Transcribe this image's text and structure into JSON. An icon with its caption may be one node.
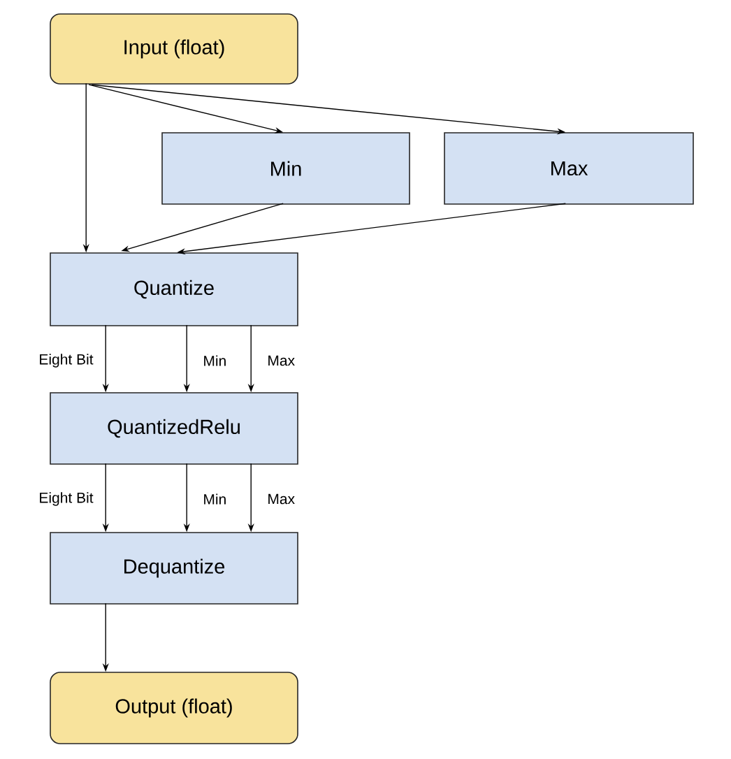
{
  "diagram": {
    "nodes": [
      {
        "text": [
          "Input (float)"
        ]
      },
      {
        "text": [
          "Min"
        ]
      },
      {
        "text": [
          "Max"
        ]
      },
      {
        "text": [
          "Quantize"
        ]
      },
      {
        "text": [
          "QuantizedRelu"
        ]
      },
      {
        "text": [
          "Dequantize"
        ]
      },
      {
        "text": [
          "Output (float)"
        ]
      }
    ],
    "edges": [
      {
        "from": 0,
        "to": 3,
        "arrow": "to"
      },
      {
        "from": 0,
        "to": 1,
        "arrow": "to"
      },
      {
        "from": 0,
        "to": 2,
        "arrow": "to"
      },
      {
        "from": 1,
        "to": 3,
        "arrow": "to"
      },
      {
        "from": 2,
        "to": 3,
        "arrow": "to"
      },
      {
        "from": 3,
        "to": 4,
        "arrow": "to",
        "label": "Eight Bit"
      },
      {
        "from": 3,
        "to": 4,
        "arrow": "to",
        "label": "Min"
      },
      {
        "from": 3,
        "to": 4,
        "arrow": "to",
        "label": "Max"
      },
      {
        "from": 4,
        "to": 5,
        "arrow": "to",
        "label": "Eight Bit"
      },
      {
        "from": 4,
        "to": 5,
        "arrow": "to",
        "label": "Min"
      },
      {
        "from": 4,
        "to": 5,
        "arrow": "to",
        "label": "Max"
      },
      {
        "from": 5,
        "to": 6,
        "arrow": "to"
      }
    ]
  }
}
